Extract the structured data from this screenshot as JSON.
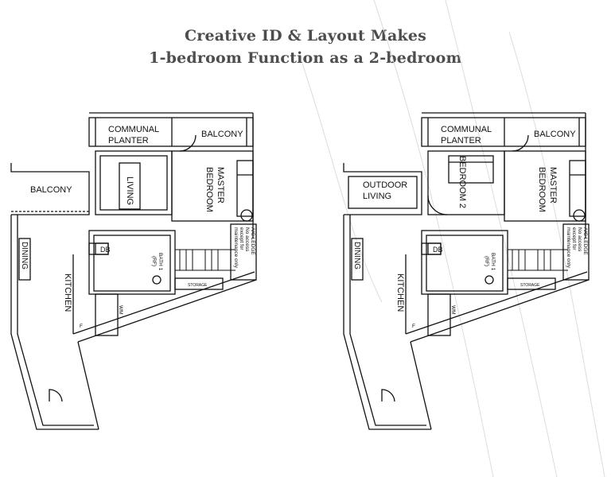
{
  "title": {
    "line1": "Creative ID & Layout Makes",
    "line2": "1-bedroom Function as a 2-bedroom"
  },
  "plan_original": {
    "communal": "COMMUNAL",
    "planter": "PLANTER",
    "balcony_top": "BALCONY",
    "balcony_left": "BALCONY",
    "living": "LIVING",
    "master": "MASTER",
    "bedroom": "BEDROOM",
    "db": "DB",
    "bath": "BATH 1",
    "bath_rf": "(RF)",
    "dining": "DINING",
    "kitchen": "KITCHEN",
    "ac_ledge": "A/C LEDGE",
    "ac_note1": "No access",
    "ac_note2": "except for",
    "ac_note3": "maintenance only",
    "wm": "WM",
    "fridge": "F",
    "storage": "STORAGE"
  },
  "plan_modified": {
    "communal": "COMMUNAL",
    "planter": "PLANTER",
    "balcony_top": "BALCONY",
    "outdoor": "OUTDOOR",
    "outdoor_living": "LIVING",
    "bedroom2": "BEDROOM 2",
    "master": "MASTER",
    "bedroom": "BEDROOM",
    "db": "DB",
    "bath": "BATH 1",
    "bath_rf": "(RF)",
    "dining": "DINING",
    "kitchen": "KITCHEN",
    "ac_ledge": "A/C LEDGE",
    "ac_note1": "No access",
    "ac_note2": "except for",
    "ac_note3": "maintenance only",
    "wm": "WM",
    "fridge": "F",
    "storage": "STORAGE"
  }
}
